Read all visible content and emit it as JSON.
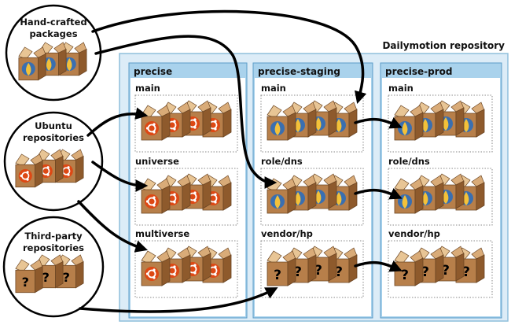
{
  "repository": {
    "title": "Dailymotion repository",
    "colors": {
      "outer": "#dcecf7",
      "outer_border": "#8fbfdc",
      "column": "#a9d2ec",
      "column_border": "#5a9cc8"
    },
    "columns": [
      {
        "name": "precise",
        "sections": [
          {
            "label": "main",
            "boxes": [
              "ubuntu",
              "ubuntu",
              "ubuntu",
              "ubuntu"
            ]
          },
          {
            "label": "universe",
            "boxes": [
              "ubuntu",
              "ubuntu",
              "ubuntu",
              "ubuntu"
            ]
          },
          {
            "label": "multiverse",
            "boxes": [
              "ubuntu",
              "ubuntu",
              "ubuntu",
              "ubuntu"
            ]
          }
        ]
      },
      {
        "name": "precise-staging",
        "sections": [
          {
            "label": "main",
            "boxes": [
              "craft",
              "craft",
              "craft",
              "craft"
            ]
          },
          {
            "label": "role/dns",
            "boxes": [
              "craft",
              "craft",
              "craft",
              "craft"
            ]
          },
          {
            "label": "vendor/hp",
            "boxes": [
              "unknown",
              "unknown",
              "unknown",
              "unknown"
            ]
          }
        ]
      },
      {
        "name": "precise-prod",
        "sections": [
          {
            "label": "main",
            "boxes": [
              "craft",
              "craft",
              "craft",
              "craft"
            ]
          },
          {
            "label": "role/dns",
            "boxes": [
              "craft",
              "craft",
              "craft",
              "craft"
            ]
          },
          {
            "label": "vendor/hp",
            "boxes": [
              "unknown",
              "unknown",
              "unknown",
              "unknown"
            ]
          }
        ]
      }
    ]
  },
  "sources": [
    {
      "label_line1": "Hand-crafted",
      "label_line2": "packages",
      "icon": "craft"
    },
    {
      "label_line1": "Ubuntu",
      "label_line2": "repositories",
      "icon": "ubuntu"
    },
    {
      "label_line1": "Third-party",
      "label_line2": "repositories",
      "icon": "unknown"
    }
  ],
  "box_colors": {
    "front": "#b77f4a",
    "side": "#8e5a2c",
    "top": "#d9ab78",
    "flap": "#e8c595",
    "ubuntu": "#dd4814",
    "craft_bg": "#3a6fb0",
    "craft_fg": "#f3c13a"
  }
}
